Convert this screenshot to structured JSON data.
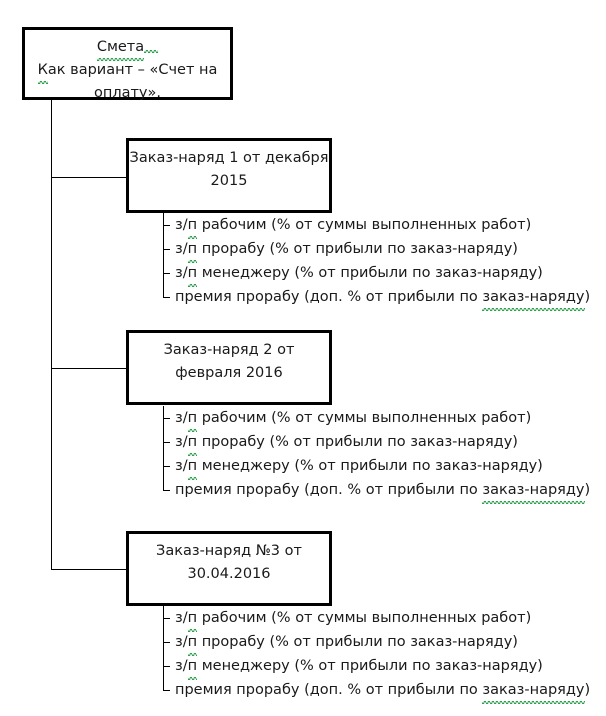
{
  "diagram": {
    "type": "tree",
    "root": {
      "name": "root-node",
      "line1": "Смета",
      "line2": "Как вариант – «Счет на оплату».",
      "full_text": "Смета\nКак вариант – «Счет на оплату»."
    },
    "orders": [
      {
        "name": "order-node-1",
        "title": "Заказ-наряд 1 от  декабря 2015",
        "items": [
          "з/п рабочим (% от суммы выполненных работ)",
          "з/п прорабу (% от прибыли по заказ-наряду)",
          "з/п менеджеру (% от прибыли по заказ-наряду)",
          "премия прорабу (доп. % от прибыли по заказ-наряду)"
        ]
      },
      {
        "name": "order-node-2",
        "title": "Заказ-наряд 2 от февраля 2016",
        "items": [
          "з/п рабочим (% от суммы выполненных работ)",
          "з/п прорабу (% от прибыли по заказ-наряду)",
          "з/п менеджеру (% от прибыли по заказ-наряду)",
          "премия прорабу (доп. % от прибыли по заказ-наряду)"
        ]
      },
      {
        "name": "order-node-3",
        "title": "Заказ-наряд №3 от 30.04.2016",
        "items": [
          "з/п рабочим (% от суммы выполненных работ)",
          "з/п прорабу (% от прибыли по заказ-наряду)",
          "з/п менеджеру (% от прибыли по заказ-наряду)",
          "премия прорабу (доп. % от прибыли по заказ-наряду)"
        ]
      }
    ],
    "colors": {
      "background": "#ffffff",
      "text": "#1a1a1a",
      "box_border": "#000000",
      "connector": "#000000",
      "spellcheck_underline": "#2aa14a"
    }
  }
}
